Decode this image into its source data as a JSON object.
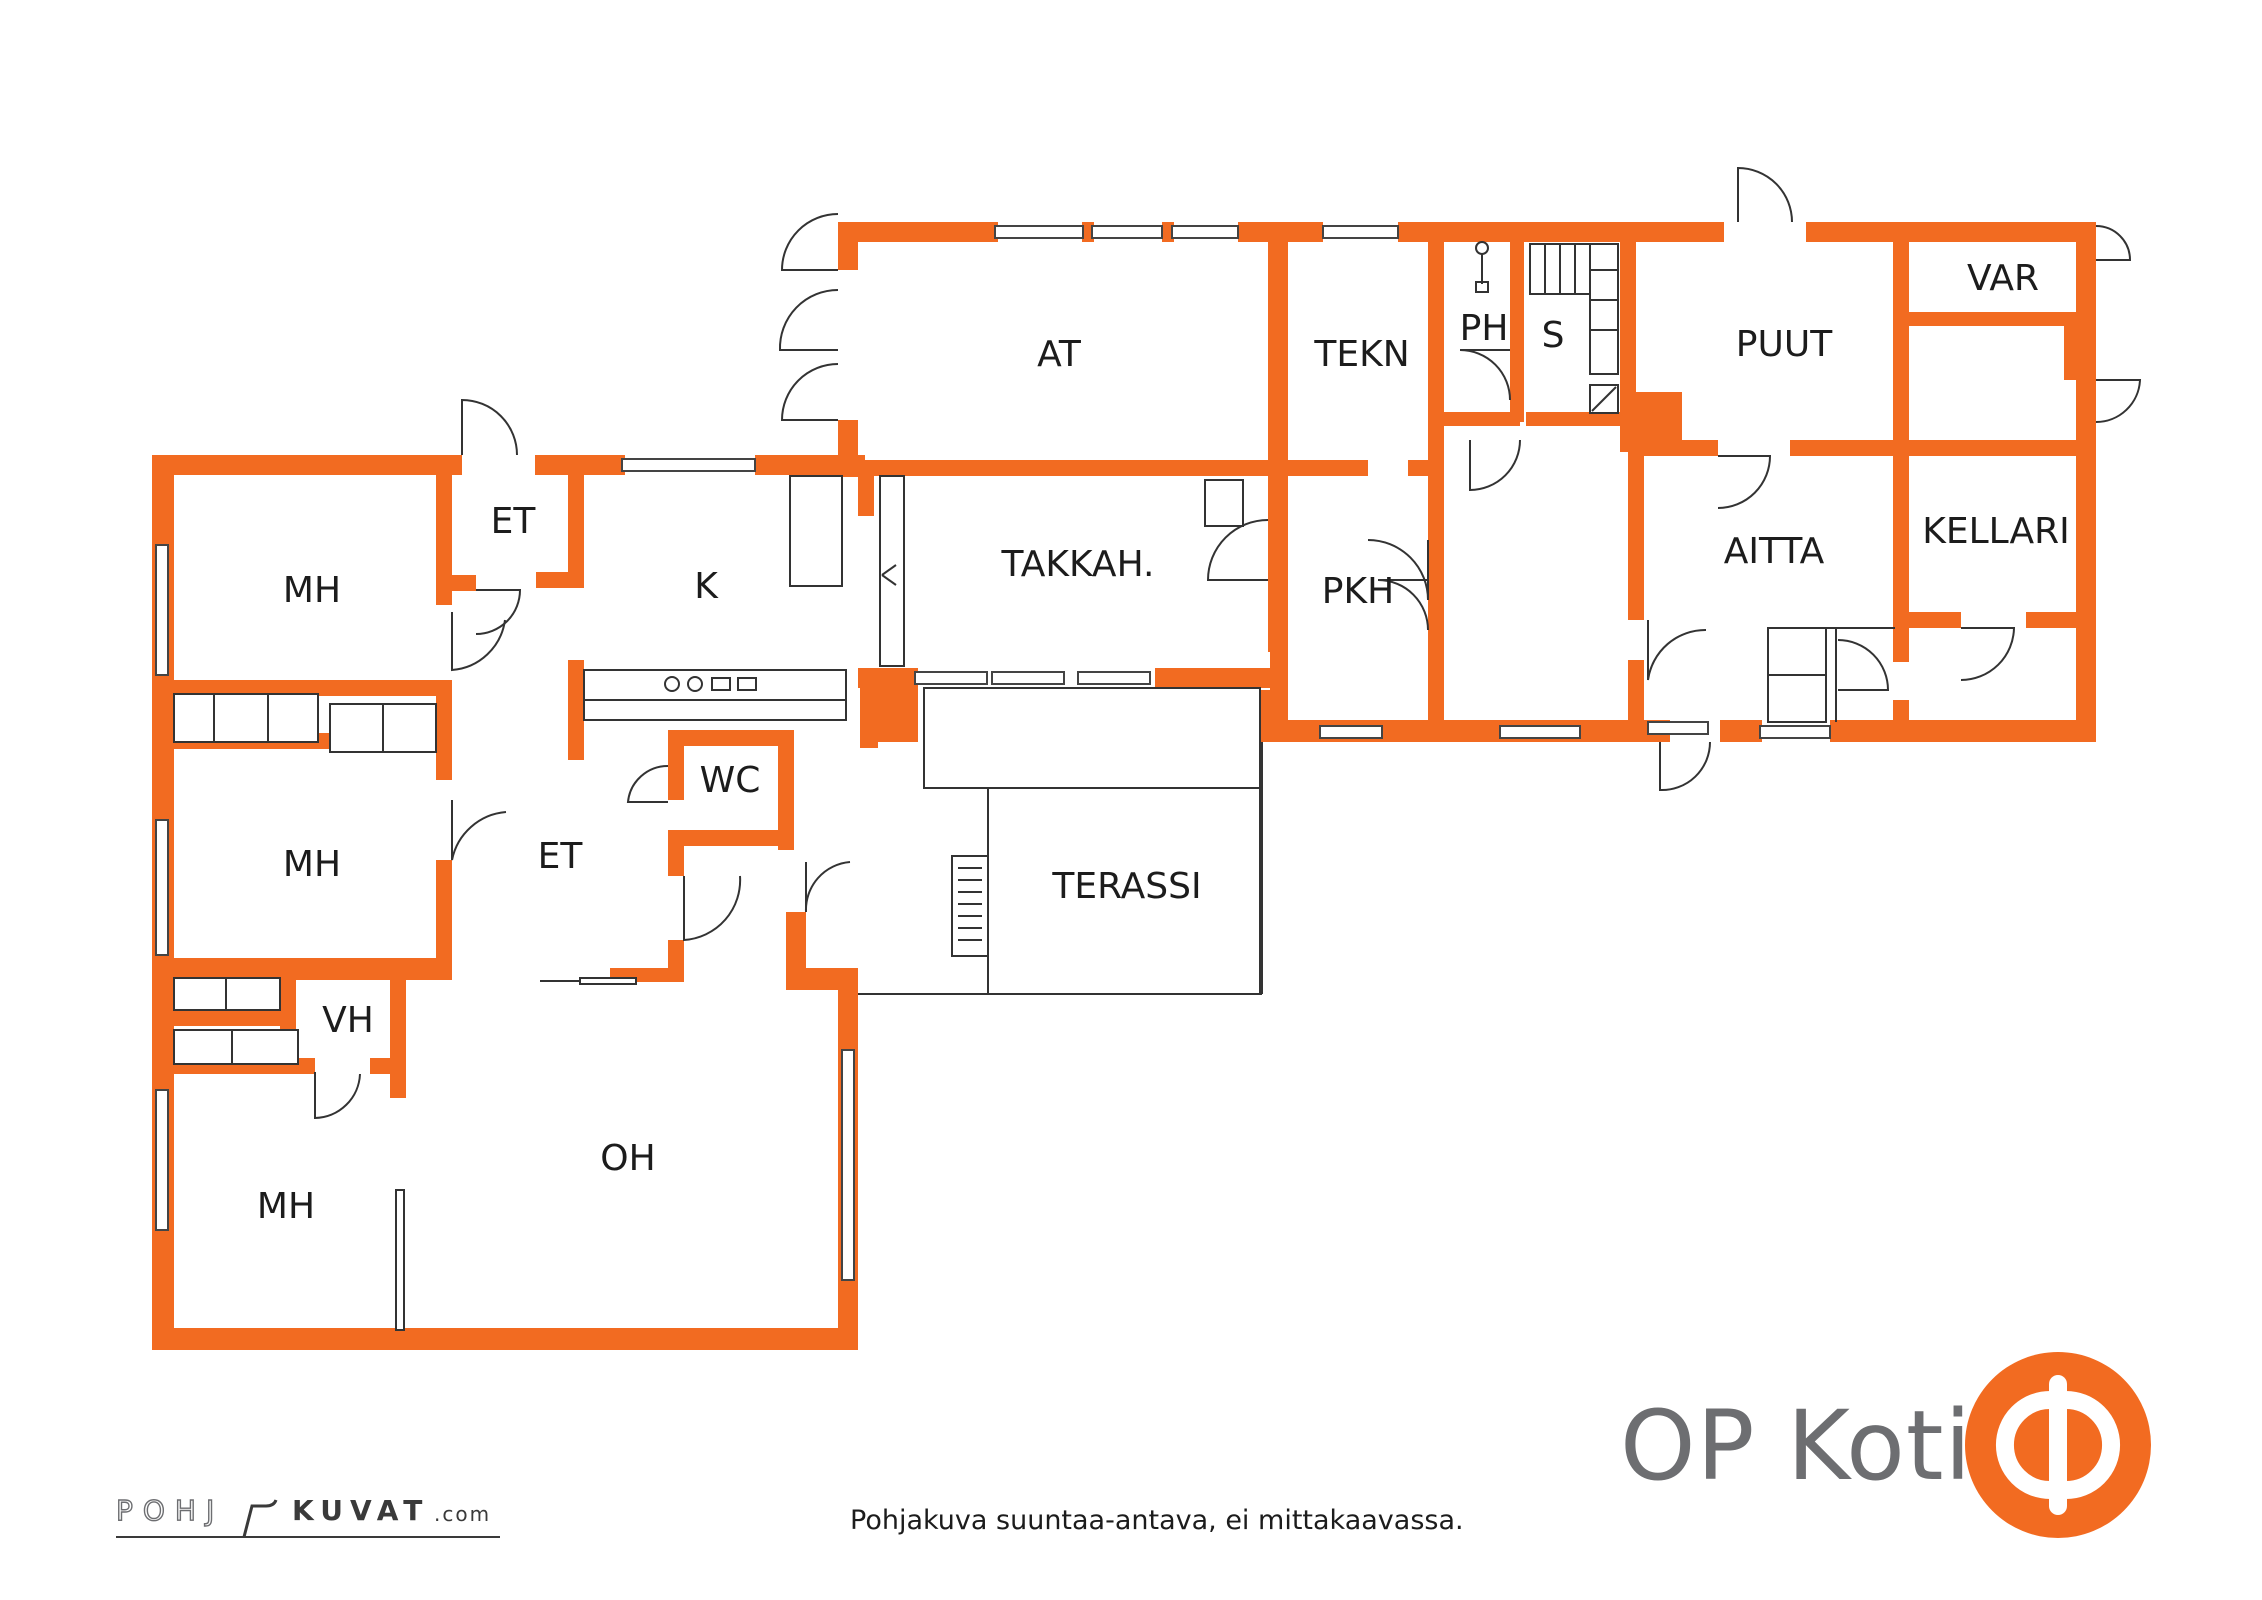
{
  "rooms": {
    "mh1": "MH",
    "et_top": "ET",
    "k": "K",
    "mh2": "MH",
    "et_main": "ET",
    "wc": "WC",
    "vh": "VH",
    "mh3": "MH",
    "oh": "OH",
    "at": "AT",
    "takkah": "TAKKAH.",
    "tekn": "TEKN",
    "ph": "PH",
    "s": "S",
    "pkh": "PKH",
    "puut": "PUUT",
    "var": "VAR",
    "aitta": "AITTA",
    "kellari": "KELLARI",
    "terassi": "TERASSI"
  },
  "brand": {
    "name": "OP Koti",
    "color": "#f26b21",
    "text_color": "#6d6e71",
    "logo_icon": "op-circle-logo-icon"
  },
  "footer": {
    "note": "Pohjakuva suuntaa-antava, ei mittakaavassa.",
    "logo_part1": "POHJ",
    "logo_part2": "KUVAT",
    "logo_part3": ".com"
  }
}
